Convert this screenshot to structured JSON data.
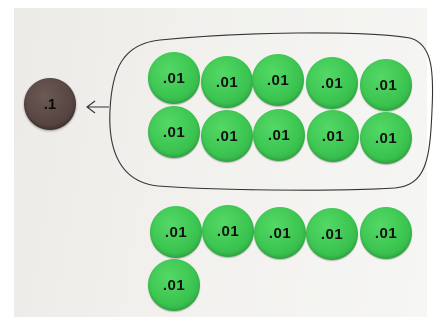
{
  "image": {
    "tenth_disc": {
      "label": ".1",
      "color": "#574542"
    },
    "hundredth_discs": {
      "label": ".01",
      "color": "#3cc551",
      "grouped_count": 10,
      "ungrouped_count": 6
    },
    "ink_color": "#333333"
  }
}
